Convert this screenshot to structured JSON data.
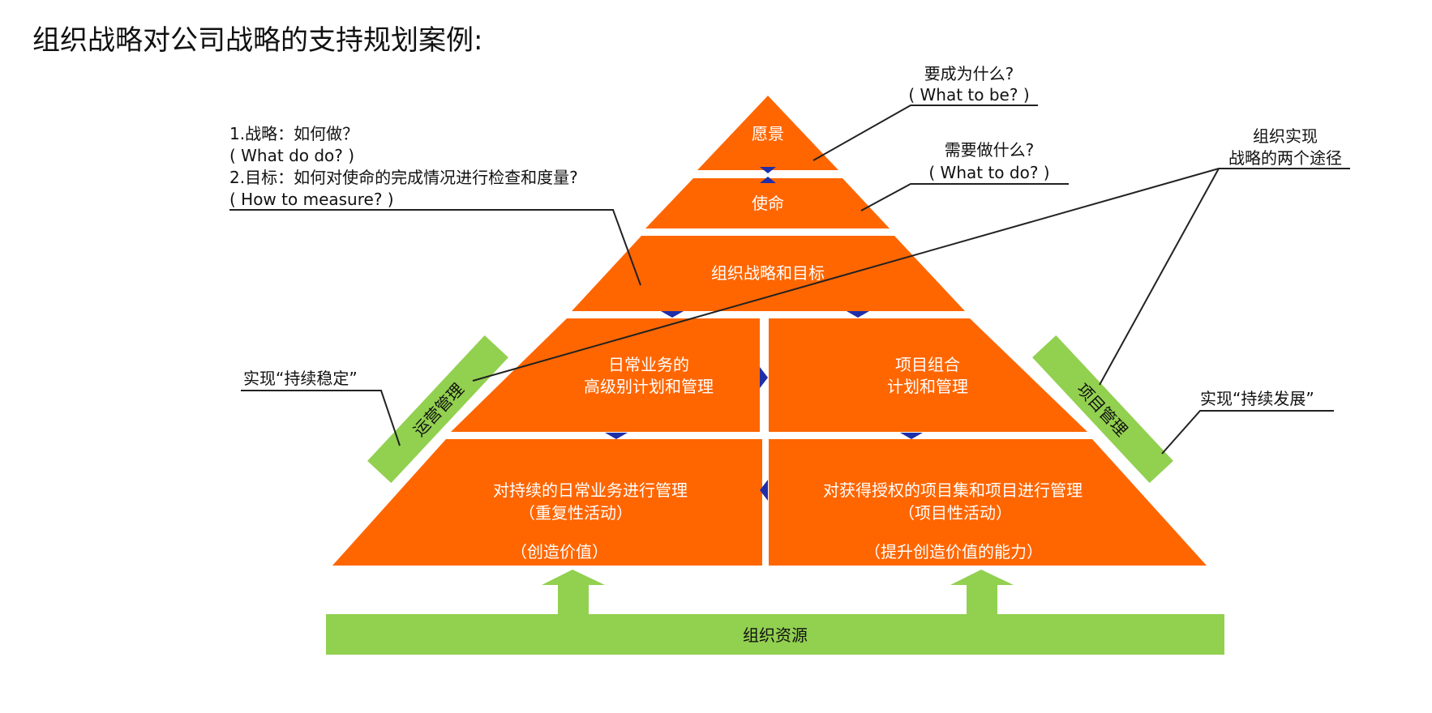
{
  "colors": {
    "orange": "#ff6600",
    "green": "#92d050",
    "blue": "#1f2fa8",
    "line": "#222222"
  },
  "title": "组织战略对公司战略的支持规划案例:",
  "pyramid": {
    "vision": "愿景",
    "mission": "使命",
    "strategy_goals": "组织战略和目标",
    "ops_plan": [
      "日常业务的",
      "高级别计划和管理"
    ],
    "project_plan": [
      "项目组合",
      "计划和管理"
    ],
    "ops_manage": [
      "对持续的日常业务进行管理",
      "（重复性活动）",
      "（创造价值）"
    ],
    "project_manage": [
      "对获得授权的项目集和项目进行管理",
      "（项目性活动）",
      "（提升创造价值的能力）"
    ]
  },
  "base": "组织资源",
  "side_bars": {
    "left": "运营管理",
    "right": "项目管理"
  },
  "annotations": {
    "what_to_be": [
      "要成为什么?",
      "( What to be? )"
    ],
    "what_to_do": [
      "需要做什么?",
      "( What to do? )"
    ],
    "strategy": [
      "1.战略：如何做？",
      "( What do do? )",
      "2.目标：如何对使命的完成情况进行检查和度量?",
      "( How to measure? )"
    ],
    "two_paths": [
      "组织实现",
      "战略的两个途径"
    ],
    "stable": "实现“持续稳定”",
    "development": "实现“持续发展”"
  }
}
